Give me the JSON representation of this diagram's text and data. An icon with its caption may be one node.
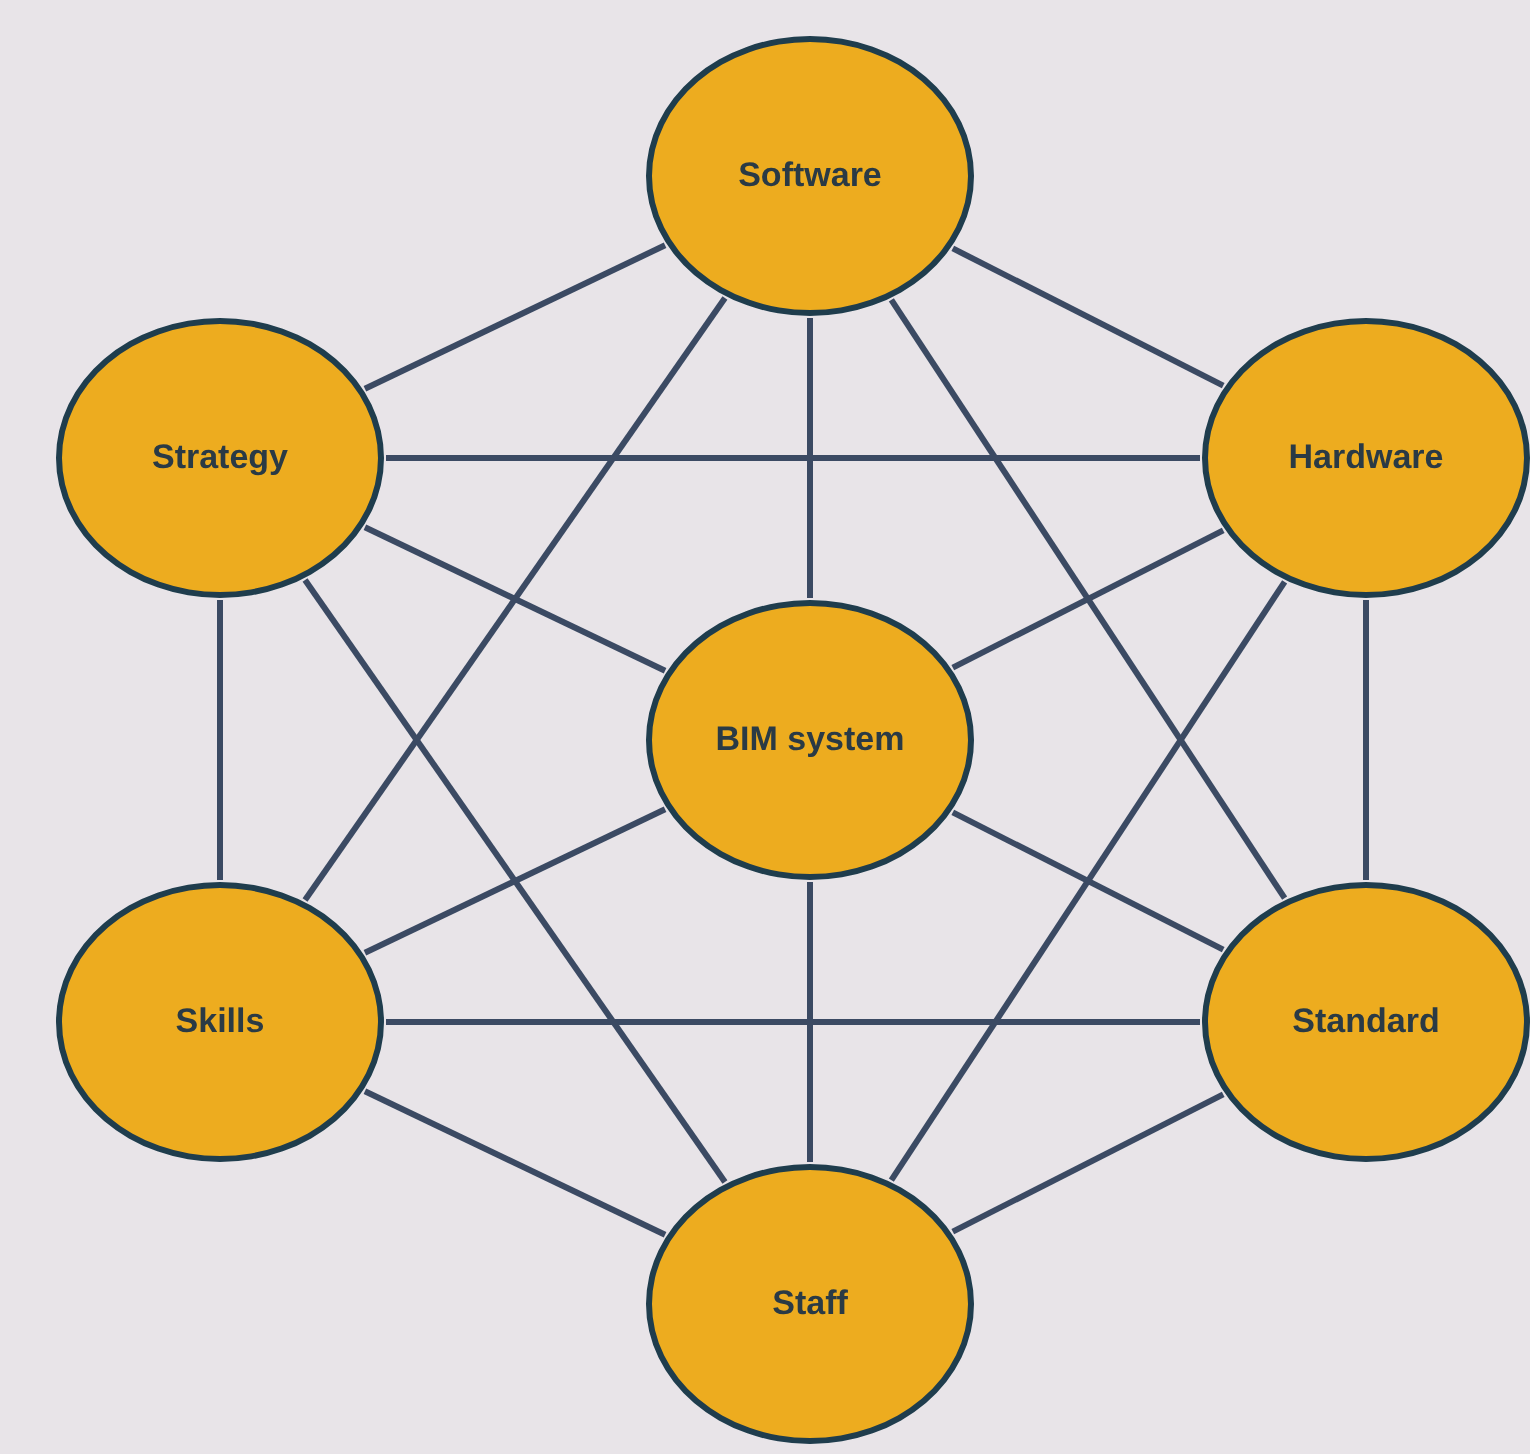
{
  "diagram": {
    "nodes": [
      {
        "text": [
          "Software"
        ]
      },
      {
        "text": [
          "Strategy"
        ]
      },
      {
        "text": [
          "Hardware"
        ]
      },
      {
        "text": [
          "BIM system"
        ]
      },
      {
        "text": [
          "Skills"
        ]
      },
      {
        "text": [
          "Standard"
        ]
      },
      {
        "text": [
          "Staff"
        ]
      }
    ],
    "edges": [
      {
        "from": 0,
        "to": 1,
        "arrow": "none"
      },
      {
        "from": 0,
        "to": 2,
        "arrow": "none"
      },
      {
        "from": 0,
        "to": 3,
        "arrow": "none"
      },
      {
        "from": 0,
        "to": 4,
        "arrow": "none"
      },
      {
        "from": 0,
        "to": 5,
        "arrow": "none"
      },
      {
        "from": 1,
        "to": 2,
        "arrow": "none"
      },
      {
        "from": 1,
        "to": 3,
        "arrow": "none"
      },
      {
        "from": 1,
        "to": 4,
        "arrow": "none"
      },
      {
        "from": 1,
        "to": 6,
        "arrow": "none"
      },
      {
        "from": 2,
        "to": 3,
        "arrow": "none"
      },
      {
        "from": 2,
        "to": 5,
        "arrow": "none"
      },
      {
        "from": 2,
        "to": 6,
        "arrow": "none"
      },
      {
        "from": 4,
        "to": 3,
        "arrow": "none"
      },
      {
        "from": 4,
        "to": 5,
        "arrow": "none"
      },
      {
        "from": 4,
        "to": 6,
        "arrow": "none"
      },
      {
        "from": 5,
        "to": 3,
        "arrow": "none"
      },
      {
        "from": 5,
        "to": 6,
        "arrow": "none"
      },
      {
        "from": 3,
        "to": 6,
        "arrow": "none"
      }
    ]
  }
}
